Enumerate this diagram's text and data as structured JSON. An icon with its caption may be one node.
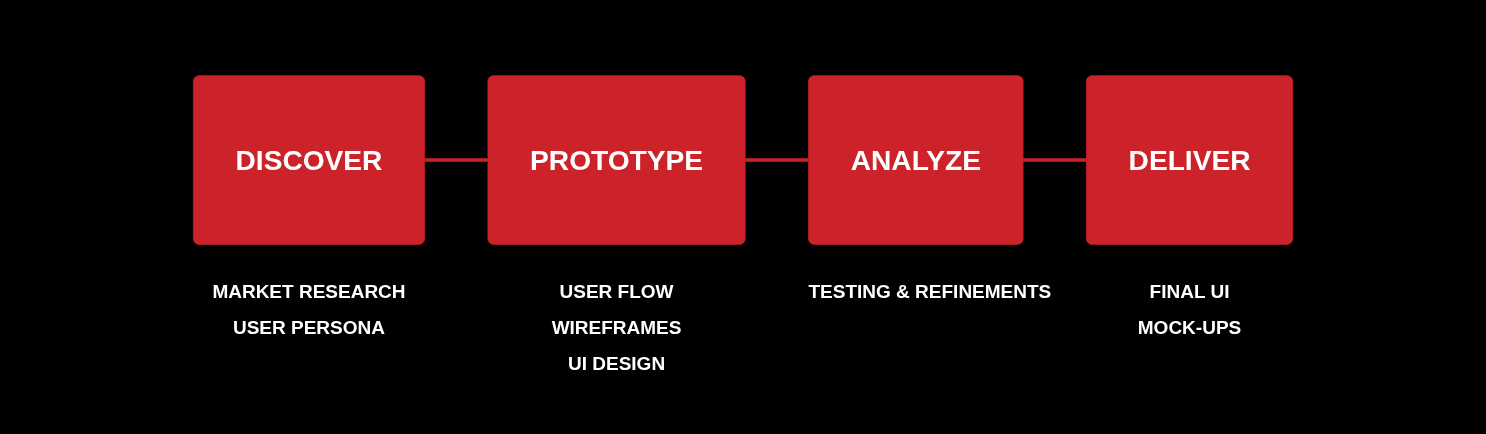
{
  "diagram": {
    "nodes": [
      {
        "text": [
          "DISCOVER"
        ],
        "beside": [
          "MARKET RESEARCH",
          "USER PERSONA"
        ]
      },
      {
        "text": [
          "PROTOTYPE"
        ],
        "beside": [
          "USER FLOW",
          "WIREFRAMES",
          "UI DESIGN"
        ]
      },
      {
        "text": [
          "ANALYZE"
        ],
        "beside": [
          "TESTING & REFINEMENTS"
        ]
      },
      {
        "text": [
          "DELIVER"
        ],
        "beside": [
          "FINAL UI",
          "MOCK-UPS"
        ]
      }
    ],
    "edges": [
      {
        "from": 0,
        "to": 1,
        "arrow": "none"
      },
      {
        "from": 1,
        "to": 2,
        "arrow": "none"
      },
      {
        "from": 2,
        "to": 3,
        "arrow": "none"
      }
    ]
  }
}
